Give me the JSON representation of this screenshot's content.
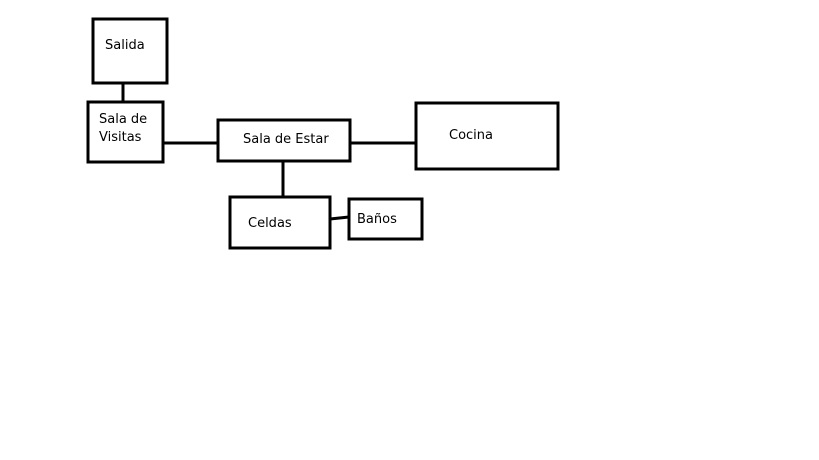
{
  "nodes": {
    "salida": "Salida",
    "sala_visitas_line1": "Sala de",
    "sala_visitas_line2": "Visitas",
    "sala_estar": "Sala de Estar",
    "cocina": "Cocina",
    "celdas": "Celdas",
    "banos": "Baños"
  },
  "edges": [
    {
      "from": "Salida",
      "to": "Sala de Visitas"
    },
    {
      "from": "Sala de Visitas",
      "to": "Sala de Estar"
    },
    {
      "from": "Sala de Estar",
      "to": "Cocina"
    },
    {
      "from": "Sala de Estar",
      "to": "Celdas"
    },
    {
      "from": "Celdas",
      "to": "Baños"
    }
  ]
}
